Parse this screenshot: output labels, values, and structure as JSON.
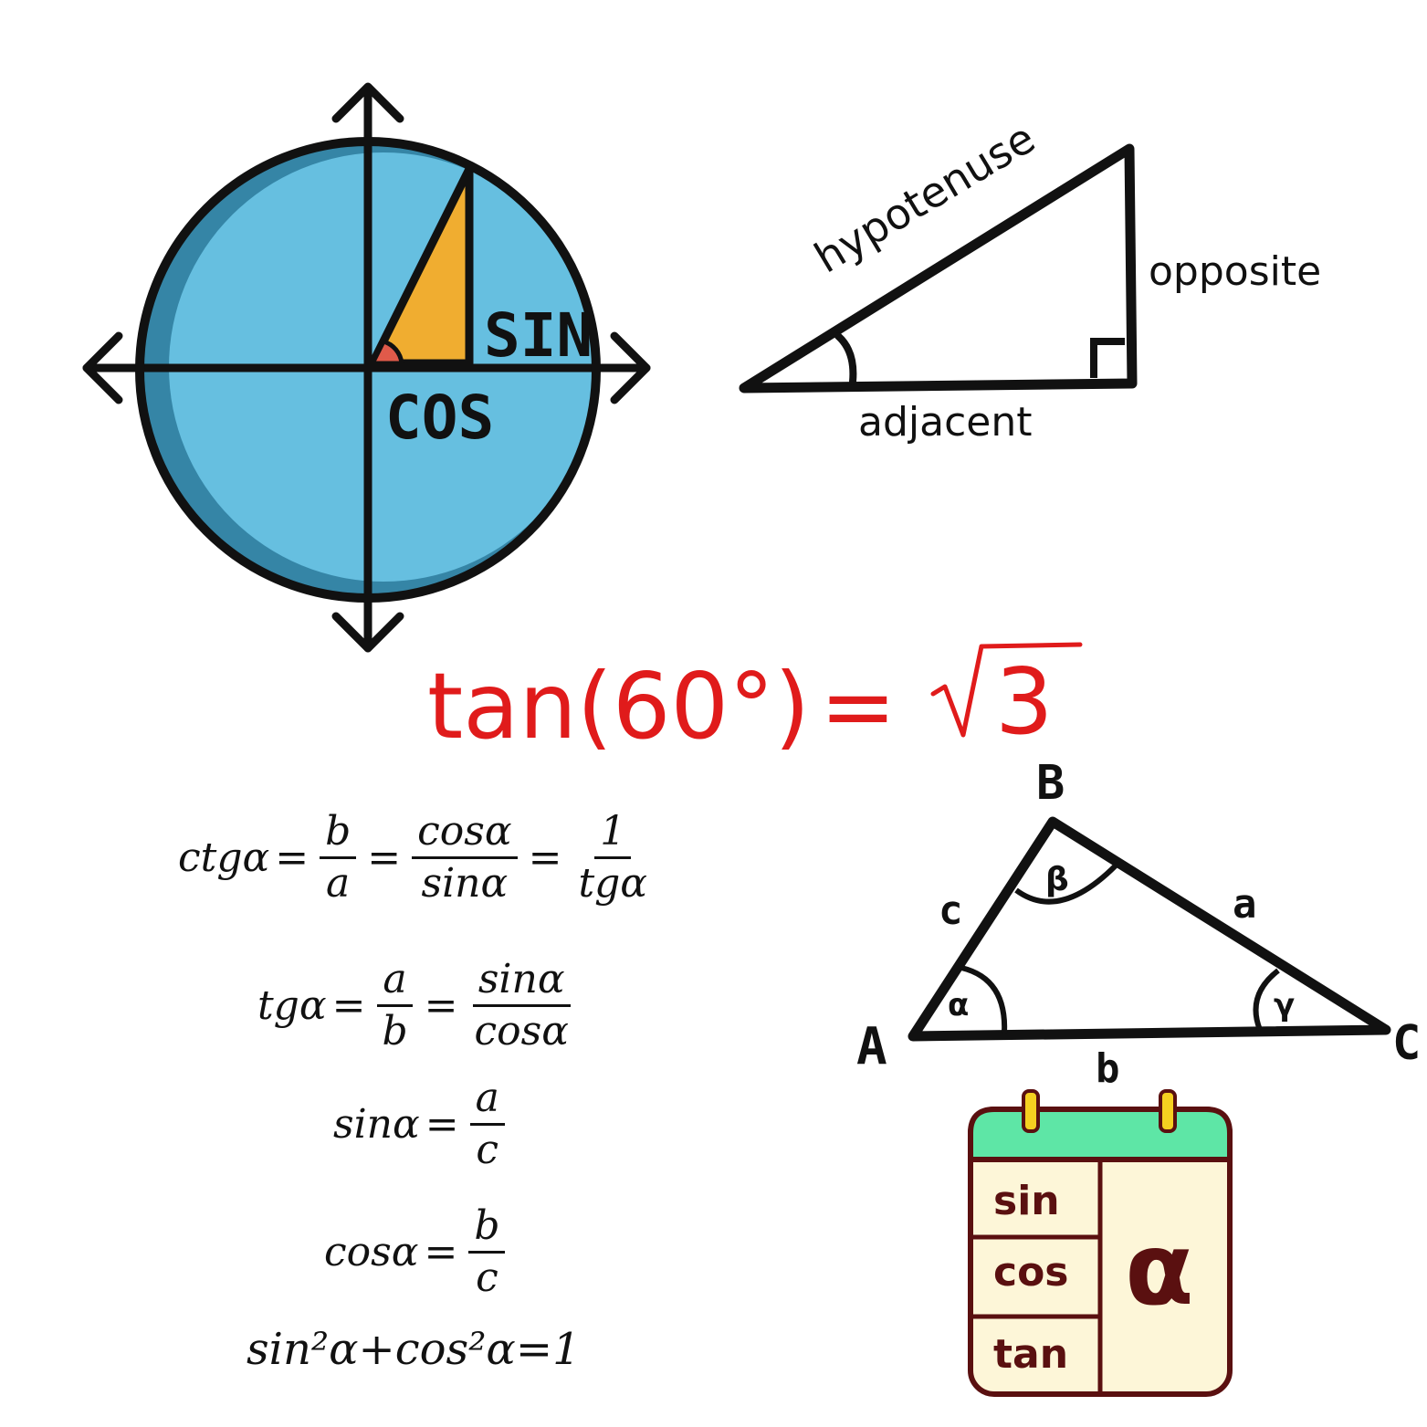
{
  "unit_circle": {
    "sin_label": "SIN",
    "cos_label": "COS"
  },
  "right_triangle": {
    "hypotenuse": "hypotenuse",
    "opposite": "opposite",
    "adjacent": "adjacent"
  },
  "headline": {
    "text": "tan(60°)",
    "equals": "=",
    "root": "3"
  },
  "general_triangle": {
    "vertex_a": "A",
    "vertex_b": "B",
    "vertex_c": "C",
    "side_a": "a",
    "side_b": "b",
    "side_c": "c",
    "angle_alpha": "α",
    "angle_beta": "β",
    "angle_gamma": "γ"
  },
  "formulas": {
    "ctg": {
      "lhs": "ctgα",
      "f1_num": "b",
      "f1_den": "a",
      "f2_num": "cosα",
      "f2_den": "sinα",
      "f3_num": "1",
      "f3_den": "tgα",
      "eq": "="
    },
    "tg": {
      "lhs": "tgα",
      "f1_num": "a",
      "f1_den": "b",
      "f2_num": "sinα",
      "f2_den": "cosα",
      "eq": "="
    },
    "sin": {
      "lhs": "sinα",
      "num": "a",
      "den": "c",
      "eq": "="
    },
    "cos": {
      "lhs": "cosα",
      "num": "b",
      "den": "c",
      "eq": "="
    },
    "identity": {
      "text": "sin²α+cos²α=1"
    }
  },
  "calendar": {
    "row1": "sin",
    "row2": "cos",
    "row3": "tan",
    "symbol": "α"
  },
  "colors": {
    "circle_fill": "#66bfe0",
    "circle_shade": "#3585a6",
    "triangle_fill": "#f0ad30",
    "angle_mark": "#e05a4a",
    "headline": "#e01b1b",
    "calendar_top": "#5ee6a6",
    "calendar_body": "#fdf6d8",
    "calendar_text": "#5a1010",
    "clip": "#f5d020"
  }
}
